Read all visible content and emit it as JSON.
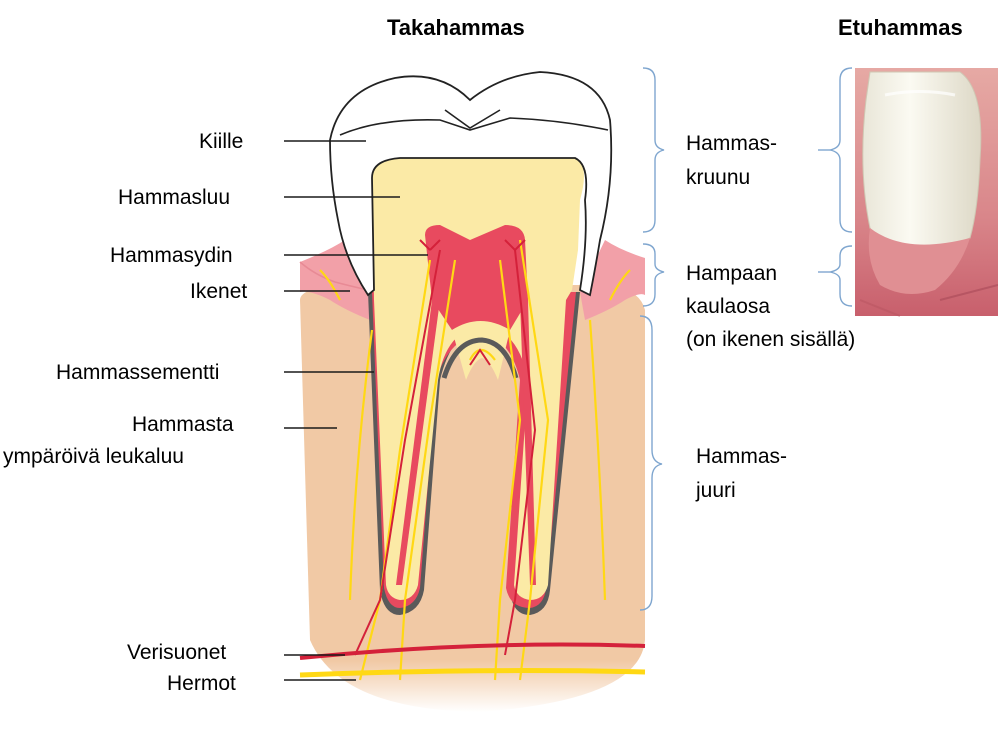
{
  "titles": {
    "molar": "Takahammas",
    "incisor": "Etuhammas"
  },
  "left_labels": {
    "enamel": "Kiille",
    "dentin": "Hammasluu",
    "pulp": "Hammasydin",
    "gum": "Ikenet",
    "cementum": "Hammassementti",
    "jaw_line1": "Hammasta",
    "jaw_line2": "ympäröivä leukaluu",
    "vessels": "Verisuonet",
    "nerves": "Hermot"
  },
  "right_labels": {
    "crown_line1": "Hammas-",
    "crown_line2": "kruunu",
    "neck_line1": "Hampaan",
    "neck_line2": "kaulaosa",
    "neck_line3": "(on ikenen sisällä)",
    "root_line1": "Hammas-",
    "root_line2": "juuri"
  },
  "colors": {
    "enamel": "#ffffff",
    "dentin": "#fbeaa6",
    "pulp": "#e84a5f",
    "gum": "#f2a0a8",
    "bone": "#f1c9a5",
    "cementum": "#5a5a5a",
    "vessels": "#d4213a",
    "nerves": "#ffd814",
    "brace": "#7fa6cf"
  }
}
